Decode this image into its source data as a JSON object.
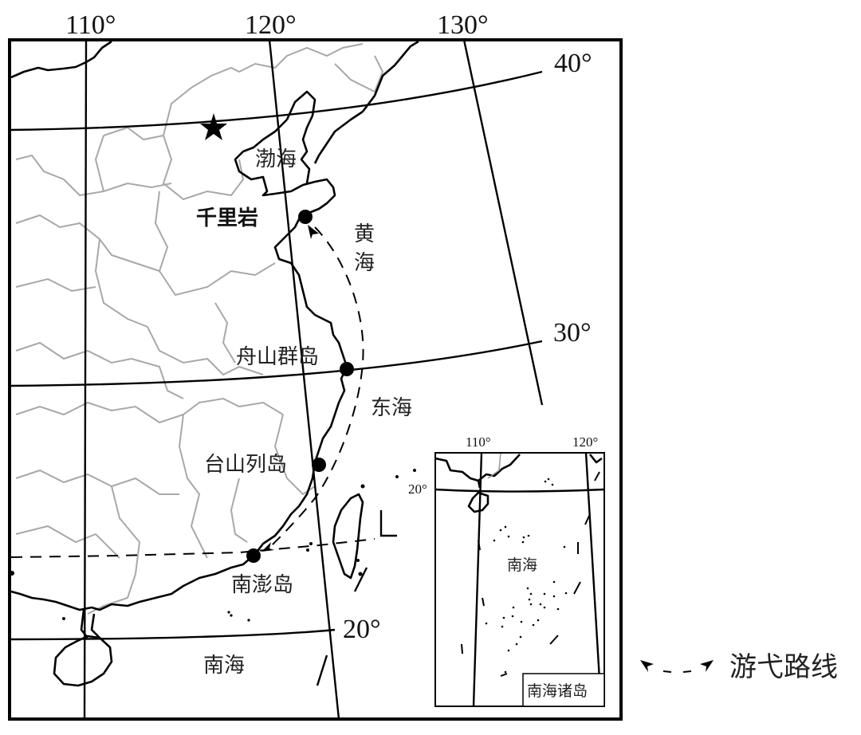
{
  "map": {
    "longitude_labels": [
      "110°",
      "120°",
      "130°"
    ],
    "latitude_labels": [
      "40°",
      "30°",
      "20°"
    ],
    "capital_marker": "star-icon",
    "seas": {
      "bohai": "渤海",
      "yellow_sea": "黄海",
      "east_sea": "东海",
      "south_sea": "南海"
    },
    "stops": [
      {
        "name": "千里岩",
        "bold": true
      },
      {
        "name": "舟山群岛",
        "bold": false
      },
      {
        "name": "台山列岛",
        "bold": false
      },
      {
        "name": "南澎岛",
        "bold": false
      }
    ]
  },
  "inset": {
    "title": "南海诸岛",
    "sea_label": "南海",
    "longitude_labels": [
      "110°",
      "120°"
    ],
    "latitude_label": "20°"
  },
  "legend": {
    "symbol": "dashed-double-arrow",
    "label": "游弋路线"
  }
}
